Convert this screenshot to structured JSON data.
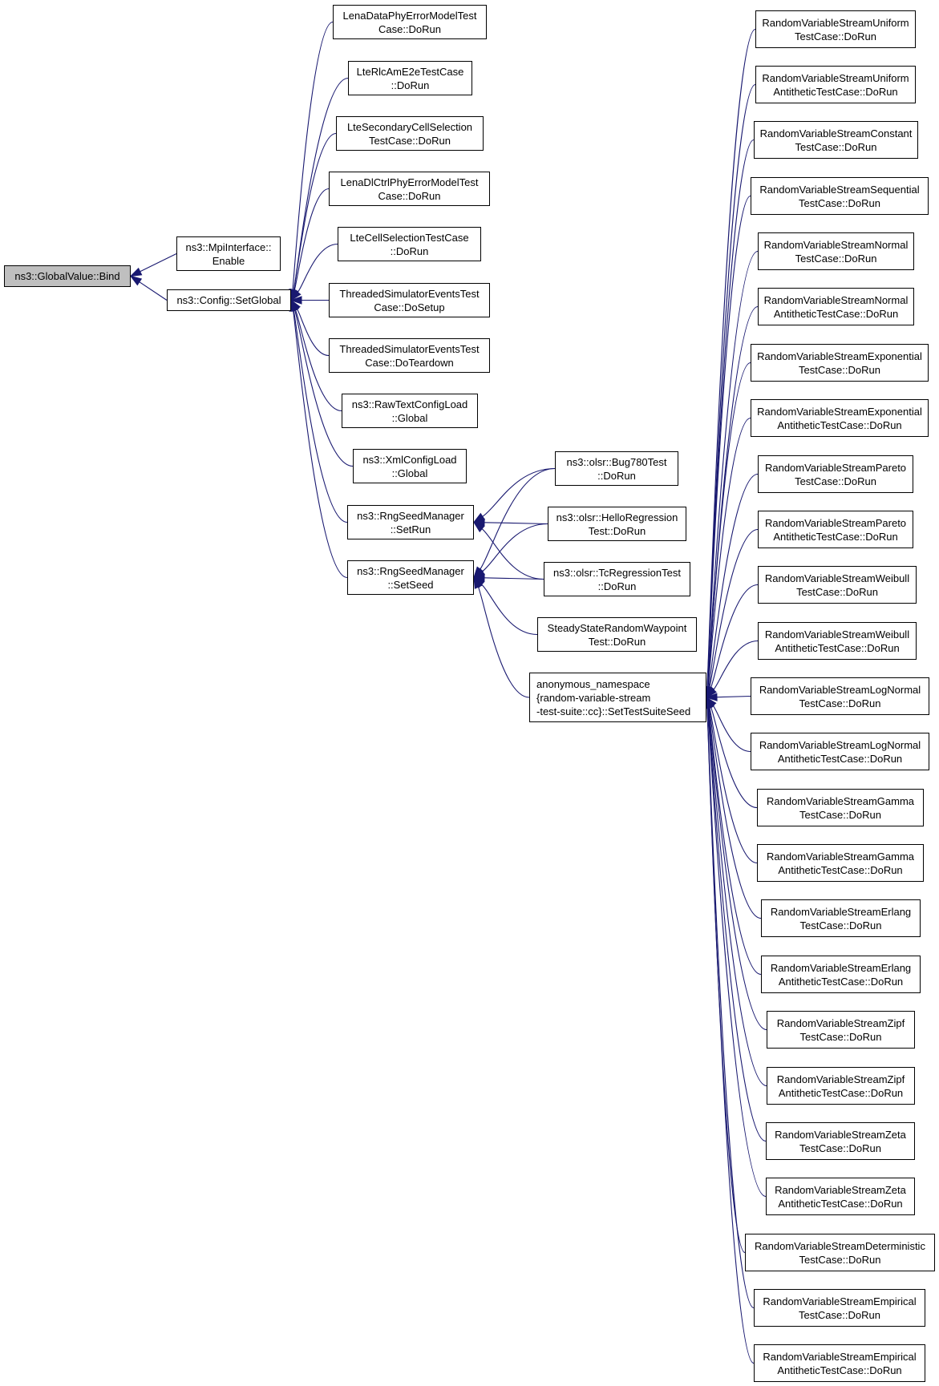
{
  "colors": {
    "edge": "#191970",
    "root_fill": "#bfbfbf",
    "node_fill": "#ffffff",
    "border": "#000000"
  },
  "nodes": {
    "global_value_bind": "ns3::GlobalValue::Bind",
    "mpi_enable": "ns3::MpiInterface::\nEnable",
    "config_set_global": "ns3::Config::SetGlobal",
    "lena_data": "LenaDataPhyErrorModelTest\nCase::DoRun",
    "lte_rlc": "LteRlcAmE2eTestCase\n::DoRun",
    "lte_secondary": "LteSecondaryCellSelection\nTestCase::DoRun",
    "lena_dl": "LenaDlCtrlPhyErrorModelTest\nCase::DoRun",
    "lte_cell": "LteCellSelectionTestCase\n::DoRun",
    "threaded_setup": "ThreadedSimulatorEventsTest\nCase::DoSetup",
    "threaded_teardown": "ThreadedSimulatorEventsTest\nCase::DoTeardown",
    "rawtext": "ns3::RawTextConfigLoad\n::Global",
    "xml": "ns3::XmlConfigLoad\n::Global",
    "rng_setrun": "ns3::RngSeedManager\n::SetRun",
    "rng_setseed": "ns3::RngSeedManager\n::SetSeed",
    "olsr_bug780": "ns3::olsr::Bug780Test\n::DoRun",
    "olsr_hello": "ns3::olsr::HelloRegression\nTest::DoRun",
    "olsr_tc": "ns3::olsr::TcRegressionTest\n::DoRun",
    "steady_state": "SteadyStateRandomWaypoint\nTest::DoRun",
    "anon_ns": "anonymous_namespace\n{random-variable-stream\n-test-suite::cc}::SetTestSuiteSeed",
    "rvs_uniform": "RandomVariableStreamUniform\nTestCase::DoRun",
    "rvs_uniform_anti": "RandomVariableStreamUniform\nAntitheticTestCase::DoRun",
    "rvs_constant": "RandomVariableStreamConstant\nTestCase::DoRun",
    "rvs_sequential": "RandomVariableStreamSequential\nTestCase::DoRun",
    "rvs_normal": "RandomVariableStreamNormal\nTestCase::DoRun",
    "rvs_normal_anti": "RandomVariableStreamNormal\nAntitheticTestCase::DoRun",
    "rvs_exponential": "RandomVariableStreamExponential\nTestCase::DoRun",
    "rvs_exponential_anti": "RandomVariableStreamExponential\nAntitheticTestCase::DoRun",
    "rvs_pareto": "RandomVariableStreamPareto\nTestCase::DoRun",
    "rvs_pareto_anti": "RandomVariableStreamPareto\nAntitheticTestCase::DoRun",
    "rvs_weibull": "RandomVariableStreamWeibull\nTestCase::DoRun",
    "rvs_weibull_anti": "RandomVariableStreamWeibull\nAntitheticTestCase::DoRun",
    "rvs_lognormal": "RandomVariableStreamLogNormal\nTestCase::DoRun",
    "rvs_lognormal_anti": "RandomVariableStreamLogNormal\nAntitheticTestCase::DoRun",
    "rvs_gamma": "RandomVariableStreamGamma\nTestCase::DoRun",
    "rvs_gamma_anti": "RandomVariableStreamGamma\nAntitheticTestCase::DoRun",
    "rvs_erlang": "RandomVariableStreamErlang\nTestCase::DoRun",
    "rvs_erlang_anti": "RandomVariableStreamErlang\nAntitheticTestCase::DoRun",
    "rvs_zipf": "RandomVariableStreamZipf\nTestCase::DoRun",
    "rvs_zipf_anti": "RandomVariableStreamZipf\nAntitheticTestCase::DoRun",
    "rvs_zeta": "RandomVariableStreamZeta\nTestCase::DoRun",
    "rvs_zeta_anti": "RandomVariableStreamZeta\nAntitheticTestCase::DoRun",
    "rvs_deterministic": "RandomVariableStreamDeterministic\nTestCase::DoRun",
    "rvs_empirical": "RandomVariableStreamEmpirical\nTestCase::DoRun",
    "rvs_empirical_anti": "RandomVariableStreamEmpirical\nAntitheticTestCase::DoRun"
  },
  "edges": [
    [
      "mpi_enable",
      "global_value_bind"
    ],
    [
      "config_set_global",
      "global_value_bind"
    ],
    [
      "lena_data",
      "config_set_global"
    ],
    [
      "lte_rlc",
      "config_set_global"
    ],
    [
      "lte_secondary",
      "config_set_global"
    ],
    [
      "lena_dl",
      "config_set_global"
    ],
    [
      "lte_cell",
      "config_set_global"
    ],
    [
      "threaded_setup",
      "config_set_global"
    ],
    [
      "threaded_teardown",
      "config_set_global"
    ],
    [
      "rawtext",
      "config_set_global"
    ],
    [
      "xml",
      "config_set_global"
    ],
    [
      "rng_setrun",
      "config_set_global"
    ],
    [
      "rng_setseed",
      "config_set_global"
    ],
    [
      "olsr_bug780",
      "rng_setrun"
    ],
    [
      "olsr_hello",
      "rng_setrun"
    ],
    [
      "olsr_tc",
      "rng_setrun"
    ],
    [
      "olsr_bug780",
      "rng_setseed"
    ],
    [
      "olsr_hello",
      "rng_setseed"
    ],
    [
      "olsr_tc",
      "rng_setseed"
    ],
    [
      "steady_state",
      "rng_setseed"
    ],
    [
      "anon_ns",
      "rng_setseed"
    ],
    [
      "rvs_uniform",
      "anon_ns"
    ],
    [
      "rvs_uniform_anti",
      "anon_ns"
    ],
    [
      "rvs_constant",
      "anon_ns"
    ],
    [
      "rvs_sequential",
      "anon_ns"
    ],
    [
      "rvs_normal",
      "anon_ns"
    ],
    [
      "rvs_normal_anti",
      "anon_ns"
    ],
    [
      "rvs_exponential",
      "anon_ns"
    ],
    [
      "rvs_exponential_anti",
      "anon_ns"
    ],
    [
      "rvs_pareto",
      "anon_ns"
    ],
    [
      "rvs_pareto_anti",
      "anon_ns"
    ],
    [
      "rvs_weibull",
      "anon_ns"
    ],
    [
      "rvs_weibull_anti",
      "anon_ns"
    ],
    [
      "rvs_lognormal",
      "anon_ns"
    ],
    [
      "rvs_lognormal_anti",
      "anon_ns"
    ],
    [
      "rvs_gamma",
      "anon_ns"
    ],
    [
      "rvs_gamma_anti",
      "anon_ns"
    ],
    [
      "rvs_erlang",
      "anon_ns"
    ],
    [
      "rvs_erlang_anti",
      "anon_ns"
    ],
    [
      "rvs_zipf",
      "anon_ns"
    ],
    [
      "rvs_zipf_anti",
      "anon_ns"
    ],
    [
      "rvs_zeta",
      "anon_ns"
    ],
    [
      "rvs_zeta_anti",
      "anon_ns"
    ],
    [
      "rvs_deterministic",
      "anon_ns"
    ],
    [
      "rvs_empirical",
      "anon_ns"
    ],
    [
      "rvs_empirical_anti",
      "anon_ns"
    ]
  ]
}
